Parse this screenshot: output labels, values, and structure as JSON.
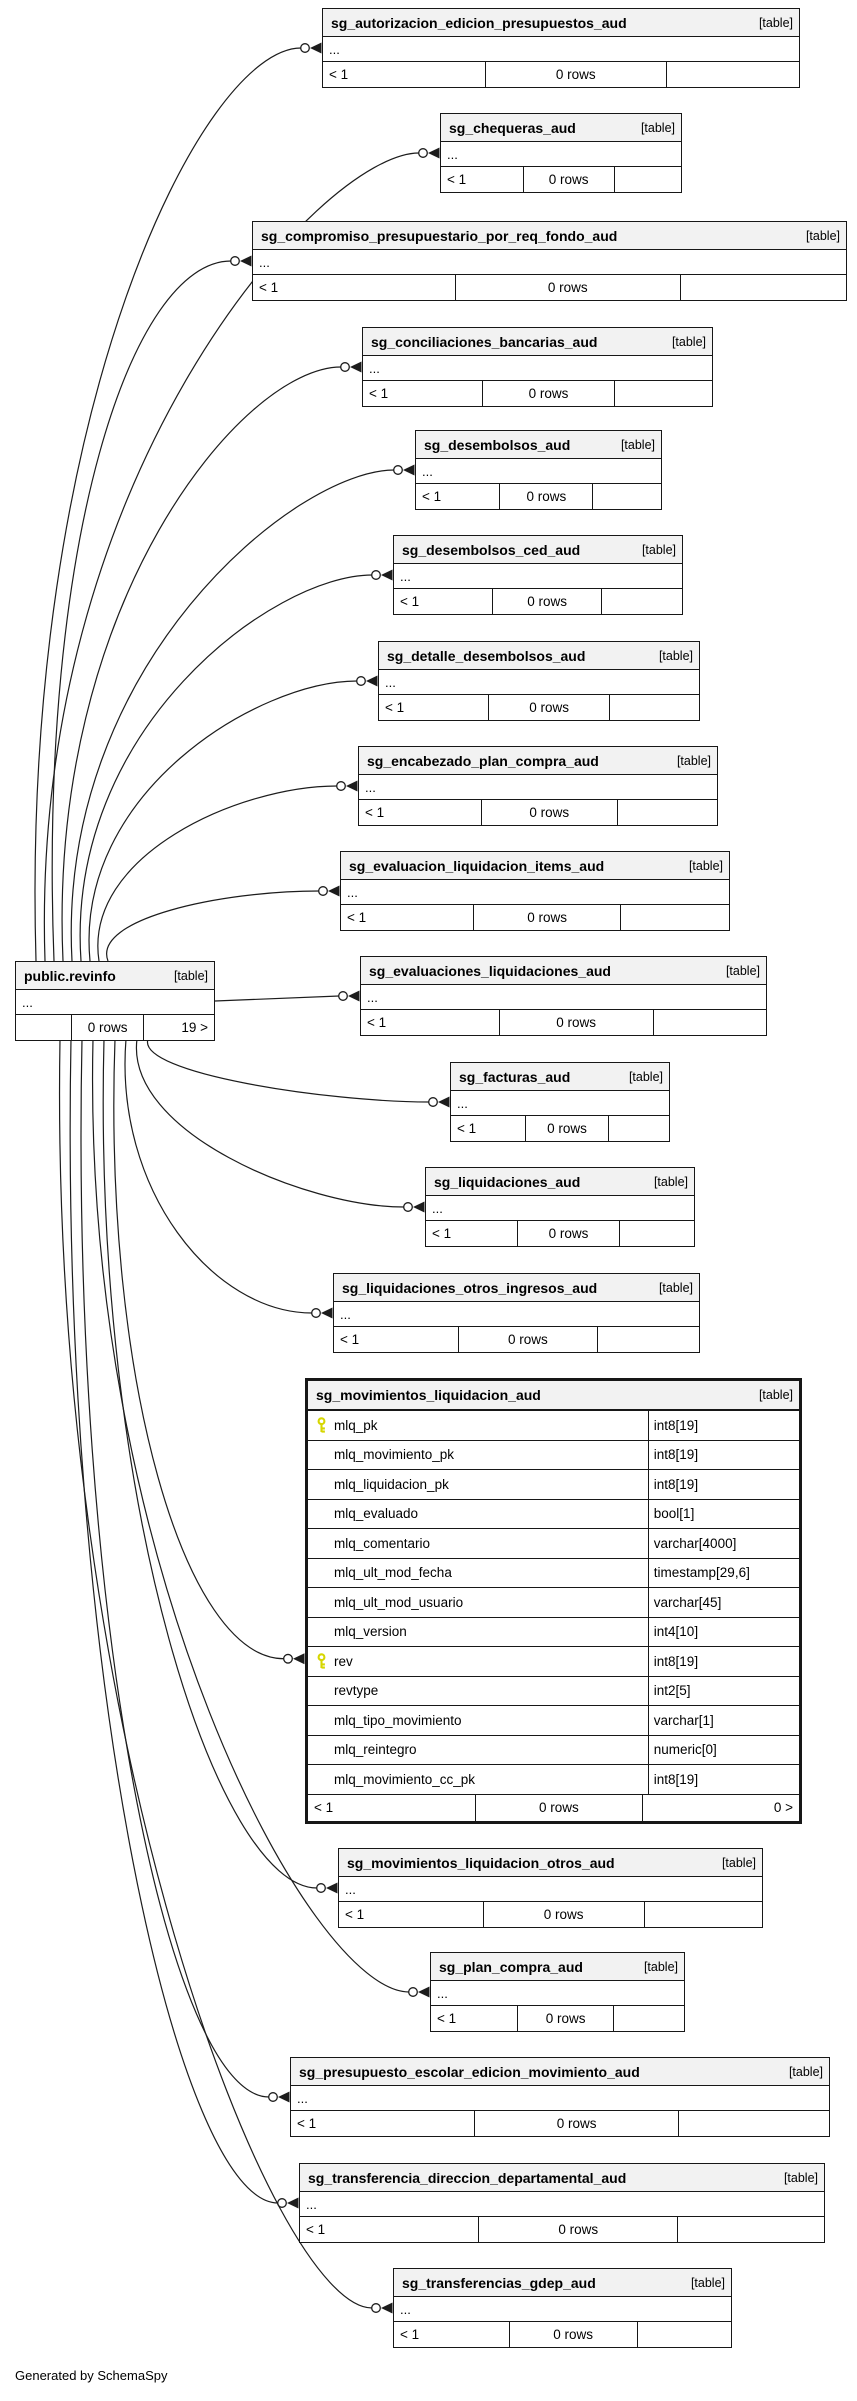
{
  "diagram": {
    "generated_by": "Generated by SchemaSpy",
    "table_badge": "[table]",
    "ellipsis_row": "...",
    "related_footer_cells": [
      "< 1",
      "0 rows",
      ""
    ],
    "revinfo": {
      "name": "public.revinfo",
      "footer_cells": [
        "",
        "0 rows",
        "19 >"
      ]
    },
    "tables": [
      {
        "name": "sg_autorizacion_edicion_presupuestos_aud"
      },
      {
        "name": "sg_chequeras_aud"
      },
      {
        "name": "sg_compromiso_presupuestario_por_req_fondo_aud"
      },
      {
        "name": "sg_conciliaciones_bancarias_aud"
      },
      {
        "name": "sg_desembolsos_aud"
      },
      {
        "name": "sg_desembolsos_ced_aud"
      },
      {
        "name": "sg_detalle_desembolsos_aud"
      },
      {
        "name": "sg_encabezado_plan_compra_aud"
      },
      {
        "name": "sg_evaluacion_liquidacion_items_aud"
      },
      {
        "name": "sg_evaluaciones_liquidaciones_aud"
      },
      {
        "name": "sg_facturas_aud"
      },
      {
        "name": "sg_liquidaciones_aud"
      },
      {
        "name": "sg_liquidaciones_otros_ingresos_aud"
      },
      {
        "name": "sg_movimientos_liquidacion_aud",
        "footer_cells": [
          "< 1",
          "0 rows",
          "0 >"
        ],
        "columns": [
          {
            "name": "mlq_pk",
            "type": "int8[19]",
            "key": true
          },
          {
            "name": "mlq_movimiento_pk",
            "type": "int8[19]"
          },
          {
            "name": "mlq_liquidacion_pk",
            "type": "int8[19]"
          },
          {
            "name": "mlq_evaluado",
            "type": "bool[1]"
          },
          {
            "name": "mlq_comentario",
            "type": "varchar[4000]"
          },
          {
            "name": "mlq_ult_mod_fecha",
            "type": "timestamp[29,6]"
          },
          {
            "name": "mlq_ult_mod_usuario",
            "type": "varchar[45]"
          },
          {
            "name": "mlq_version",
            "type": "int4[10]"
          },
          {
            "name": "rev",
            "type": "int8[19]",
            "key": true
          },
          {
            "name": "revtype",
            "type": "int2[5]"
          },
          {
            "name": "mlq_tipo_movimiento",
            "type": "varchar[1]"
          },
          {
            "name": "mlq_reintegro",
            "type": "numeric[0]"
          },
          {
            "name": "mlq_movimiento_cc_pk",
            "type": "int8[19]"
          }
        ]
      },
      {
        "name": "sg_movimientos_liquidacion_otros_aud"
      },
      {
        "name": "sg_plan_compra_aud"
      },
      {
        "name": "sg_presupuesto_escolar_edicion_movimiento_aud"
      },
      {
        "name": "sg_transferencia_direccion_departamental_aud"
      },
      {
        "name": "sg_transferencias_gdep_aud"
      }
    ]
  }
}
